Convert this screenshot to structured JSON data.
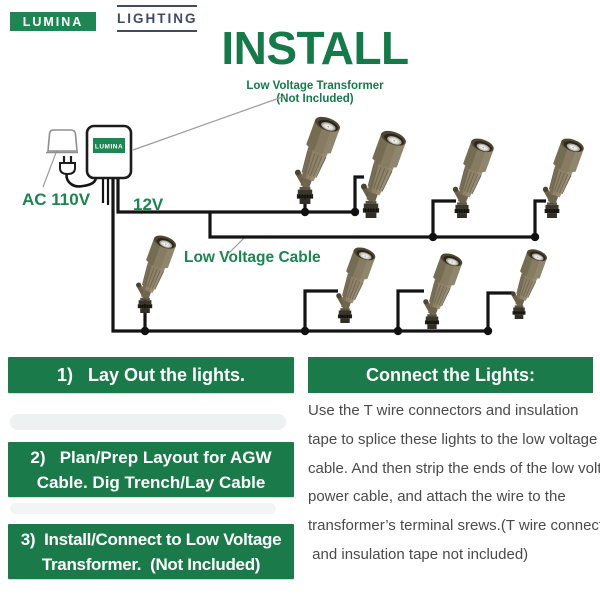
{
  "colors": {
    "brand_green": "#15794A",
    "box_green": "#1A7A4A",
    "label_green": "#1B8550",
    "logo_green": "#1D8652",
    "slate": "#3E4C63",
    "wire_black": "#141414",
    "body_text": "#4A4A4A"
  },
  "logo": {
    "primary": "LUMINA",
    "secondary": "LIGHTING"
  },
  "title": "INSTALL",
  "diagram": {
    "transformer_label_line1": "Low Voltage Transformer",
    "transformer_label_line2": "(Not Included)",
    "transformer_box_label": "LUMINA",
    "ac_label": "AC 110V",
    "dc_label": "12V",
    "cable_label": "Low Voltage Cable",
    "light_count": 8
  },
  "steps": [
    {
      "lines": [
        "1)   Lay Out the lights."
      ]
    },
    {
      "lines": [
        "2)   Plan/Prep Layout for AGW",
        "Cable. Dig Trench/Lay Cable"
      ]
    },
    {
      "lines": [
        "3)  Install/Connect to Low Voltage",
        "Transformer.  (Not Included)"
      ]
    }
  ],
  "connect_panel": {
    "heading": "Connect the Lights:",
    "lines": [
      "Use the T wire connectors and insulation",
      "tape to splice these lights to the low voltage",
      "cable. And then strip the ends of the low voltage",
      "power cable, and attach the wire to the",
      "transformer’s terminal srews.(T wire connectors",
      " and insulation tape not included)"
    ]
  }
}
